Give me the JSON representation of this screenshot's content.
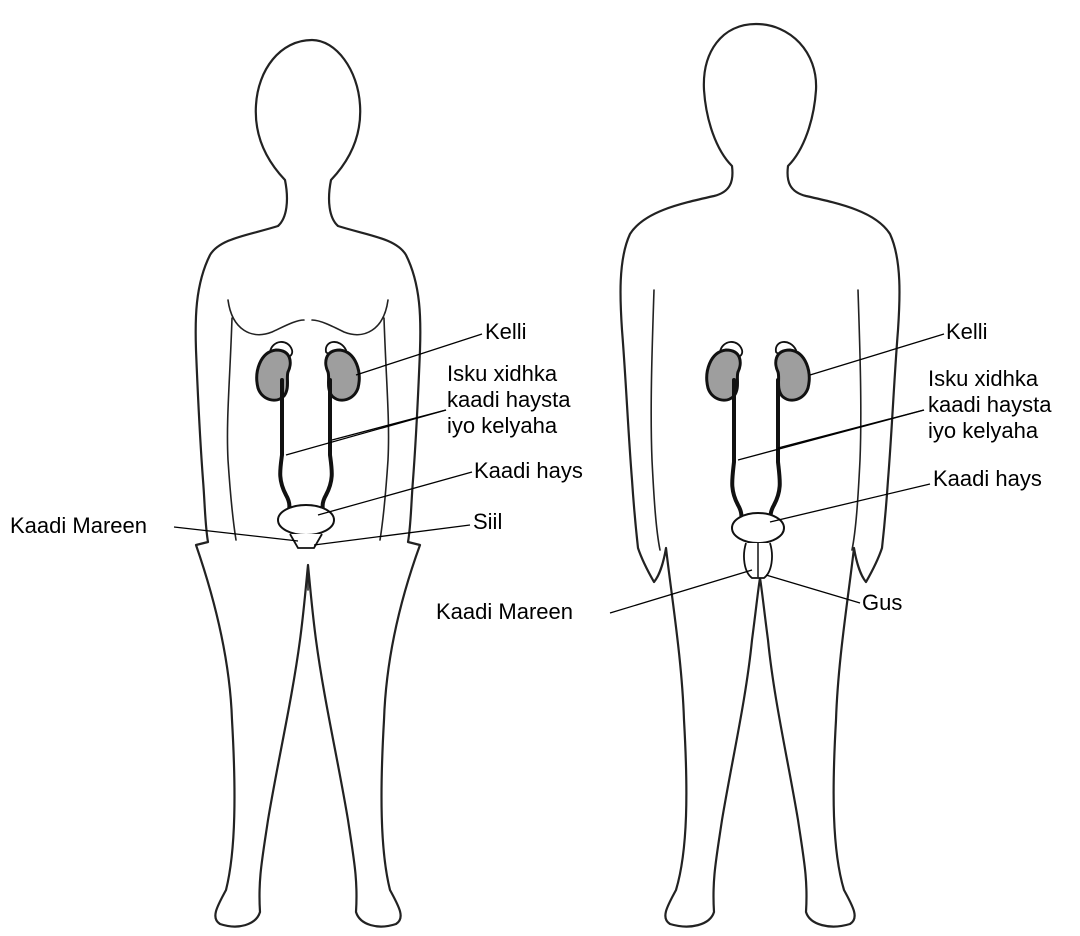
{
  "female": {
    "labels": {
      "kidney": "Kelli",
      "ureter": [
        "Isku xidhka",
        "kaadi haysta",
        "iyo kelyaha"
      ],
      "bladder": "Kaadi hays",
      "urethra": "Kaadi Mareen",
      "vagina": "Siil"
    }
  },
  "male": {
    "labels": {
      "kidney": "Kelli",
      "ureter": [
        "Isku xidhka",
        "kaadi haysta",
        "iyo kelyaha"
      ],
      "bladder": "Kaadi hays",
      "urethra": "Kaadi Mareen",
      "penis": "Gus"
    }
  },
  "colors": {
    "kidney": "#9e9e9e",
    "outline": "#222222",
    "background": "#ffffff"
  }
}
